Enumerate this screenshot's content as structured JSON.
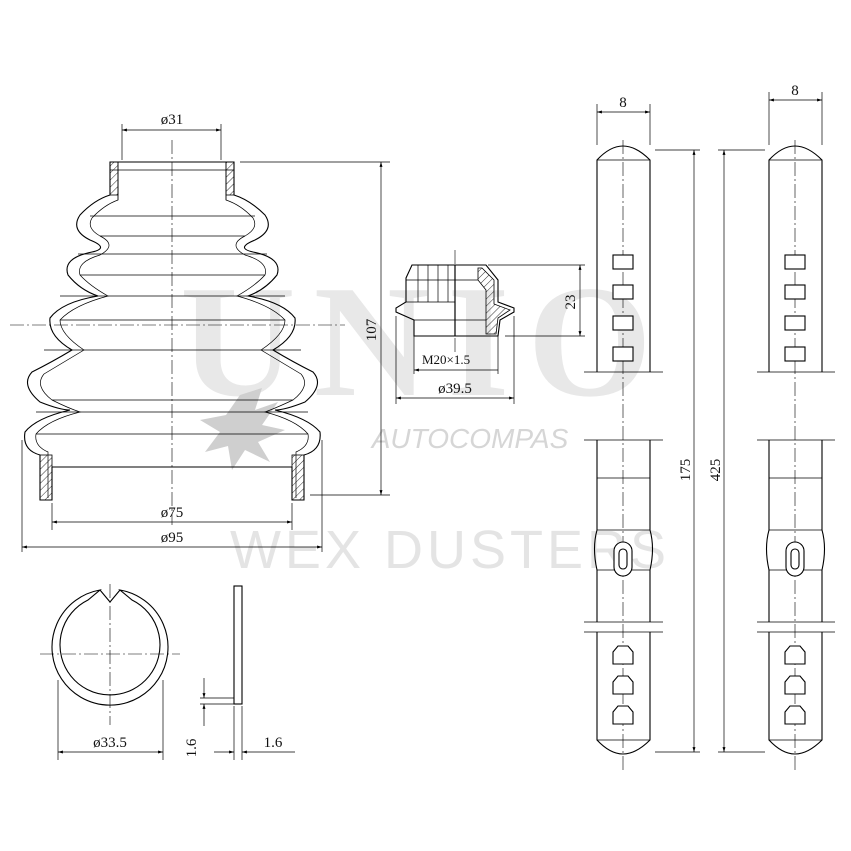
{
  "watermark": {
    "brand": "UNIO",
    "logo_text": "AUTOCOMPAS",
    "subtitle": "WEX DUSTERS"
  },
  "dimensions": {
    "boot_small_diameter": "ø31",
    "boot_length": "107",
    "boot_inner_diameter": "ø75",
    "boot_outer_diameter": "ø95",
    "nut_height": "23",
    "nut_thread": "M20×1.5",
    "nut_diameter": "ø39.5",
    "ring_diameter": "ø33.5",
    "ring_height": "1.6",
    "ring_thickness": "1.6",
    "clamp_width_1": "8",
    "clamp_width_2": "8",
    "clamp_length_short": "175",
    "clamp_length_long": "425"
  }
}
